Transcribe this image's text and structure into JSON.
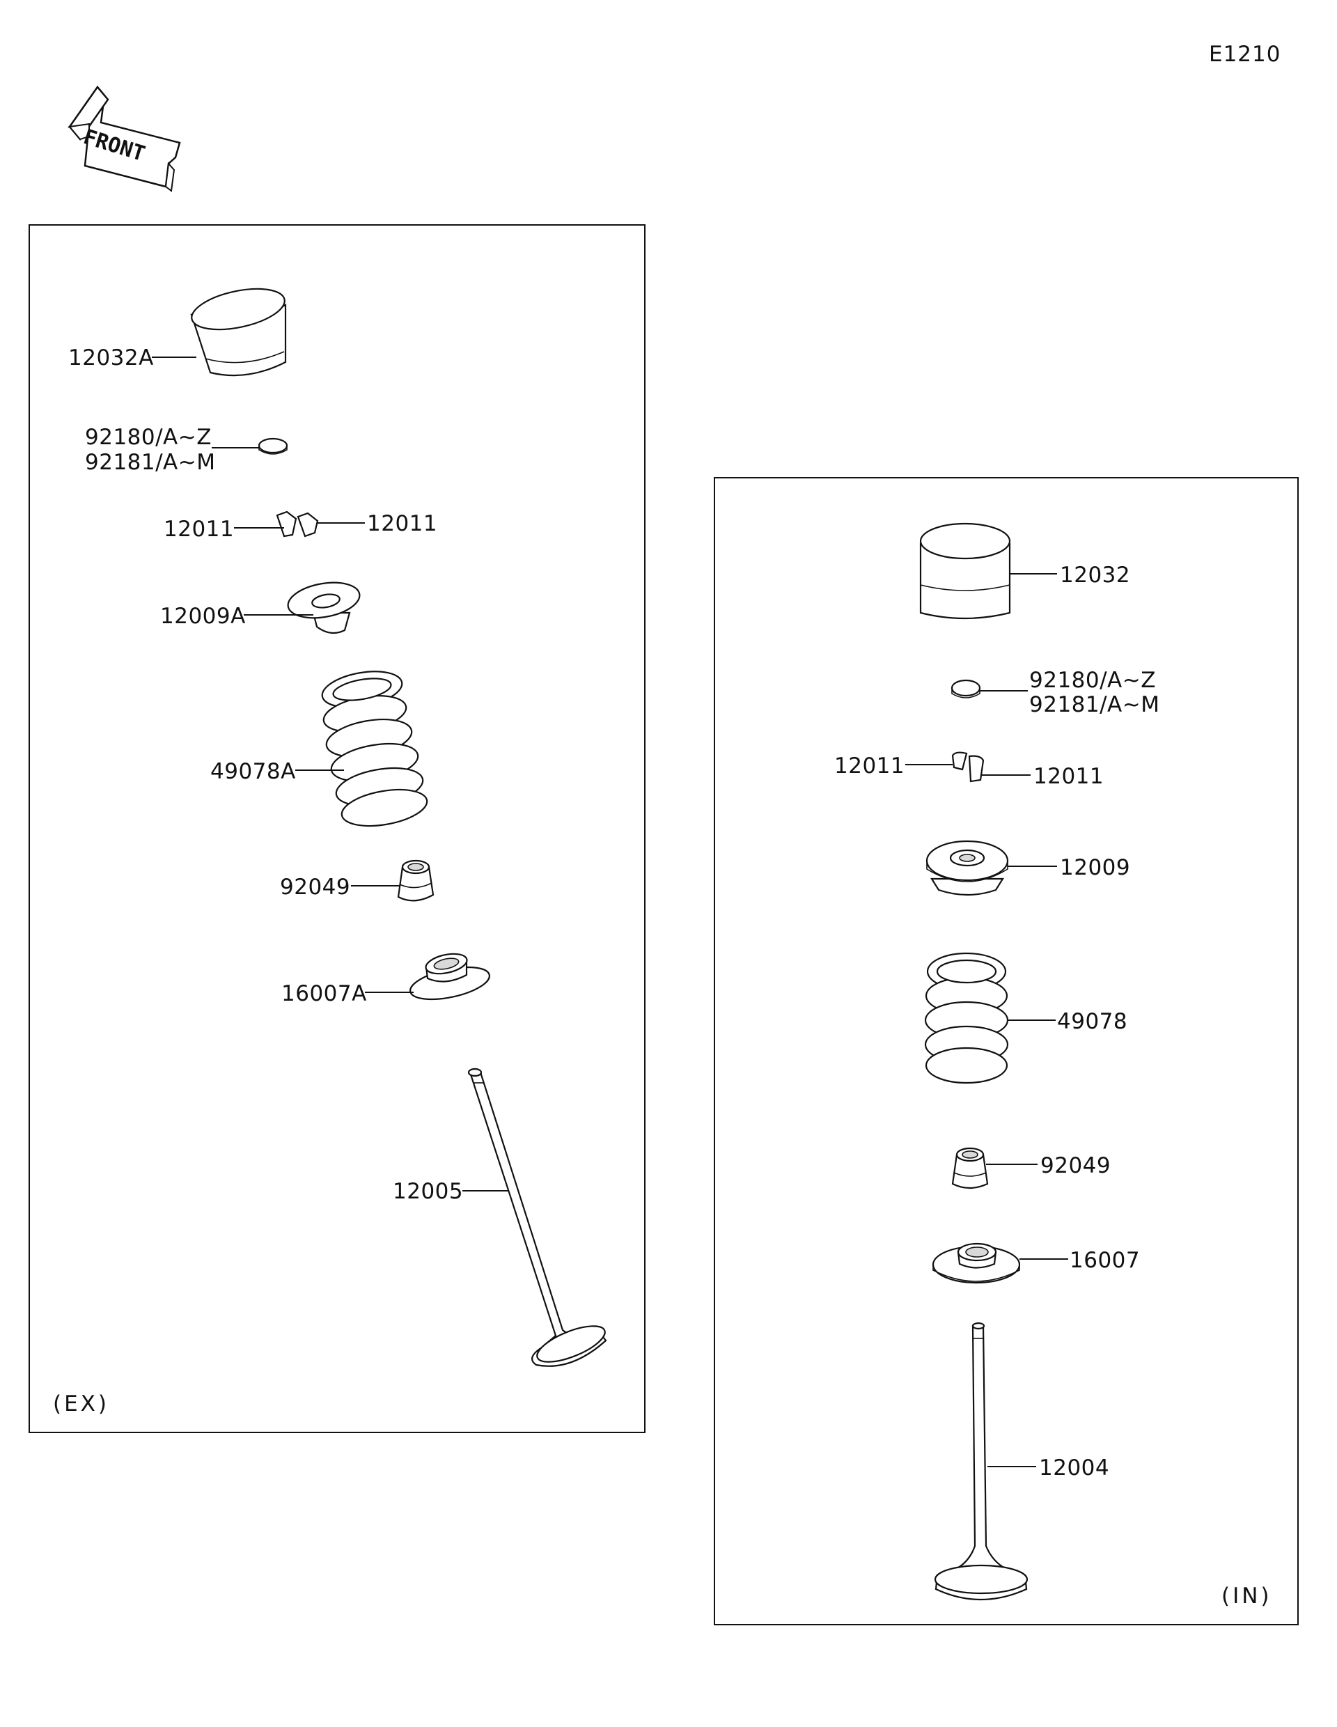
{
  "diagram": {
    "code": "E1210",
    "front_label": "FRONT",
    "ex_panel": {
      "tag": "(EX)",
      "labels": {
        "tappet": "12032A",
        "shim_a": "92180/A~Z",
        "shim_b": "92181/A~M",
        "cotter_left": "12011",
        "cotter_right": "12011",
        "retainer": "12009A",
        "spring": "49078A",
        "seal": "92049",
        "seat": "16007A",
        "valve": "12005"
      }
    },
    "in_panel": {
      "tag": "(IN)",
      "labels": {
        "tappet": "12032",
        "shim_a": "92180/A~Z",
        "shim_b": "92181/A~M",
        "cotter_left": "12011",
        "cotter_right": "12011",
        "retainer": "12009",
        "spring": "49078",
        "seal": "92049",
        "seat": "16007",
        "valve": "12004"
      }
    }
  }
}
